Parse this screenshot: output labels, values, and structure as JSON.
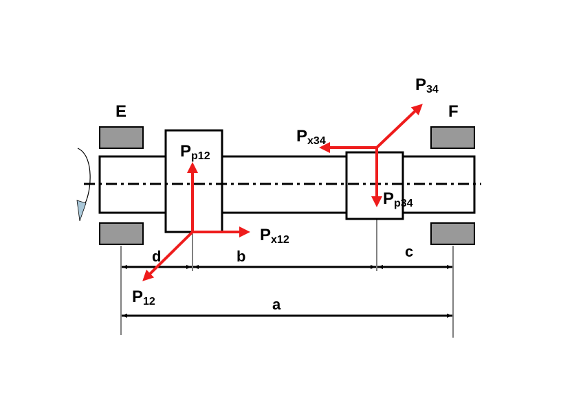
{
  "supports": {
    "left": {
      "label": "E"
    },
    "right": {
      "label": "F"
    }
  },
  "forces": {
    "p12": {
      "main": "P",
      "sub": "12"
    },
    "pp12": {
      "main": "P",
      "sub": "p12"
    },
    "px12": {
      "main": "P",
      "sub": "x12"
    },
    "p34": {
      "main": "P",
      "sub": "34"
    },
    "pp34": {
      "main": "P",
      "sub": "p34"
    },
    "px34": {
      "main": "P",
      "sub": "x34"
    }
  },
  "dimensions": {
    "a": "a",
    "b": "b",
    "c": "c",
    "d": "d"
  },
  "colors": {
    "force": "#ee1c1c",
    "bearing": "#999999",
    "line": "#000000",
    "rotation_arrow": "#a9c7d8"
  }
}
